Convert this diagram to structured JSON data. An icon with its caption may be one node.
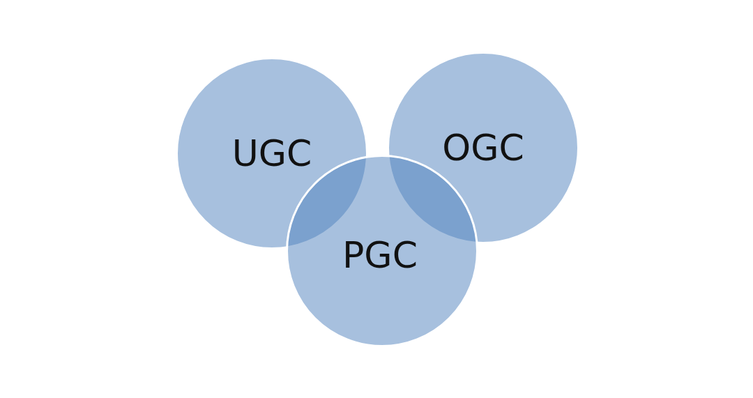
{
  "diagram": {
    "nodes": [
      {
        "text": [
          "UGC"
        ]
      },
      {
        "text": [
          "OGC"
        ]
      },
      {
        "text": [
          "PGC"
        ]
      }
    ]
  }
}
